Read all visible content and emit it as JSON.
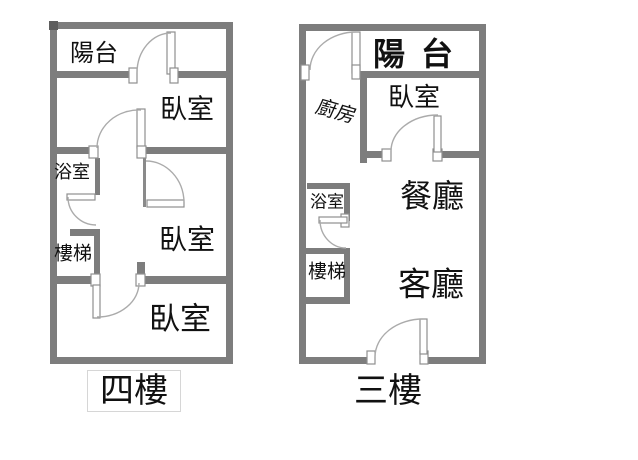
{
  "colors": {
    "wall": "#7d7d7d",
    "wall_corner": "#5e5e5e",
    "door_outline": "#8f8f8f",
    "door_arc": "#ababab",
    "text": "#111111",
    "background": "#ffffff",
    "floor_label_box_border": "#d6d6d6"
  },
  "floors": [
    {
      "name": "四樓",
      "position": "left",
      "rooms": [
        {
          "id": "balcony",
          "label": "陽台"
        },
        {
          "id": "bedroom-top",
          "label": "臥室"
        },
        {
          "id": "bathroom",
          "label": "浴室"
        },
        {
          "id": "stairs",
          "label": "樓梯"
        },
        {
          "id": "bedroom-middle",
          "label": "臥室"
        },
        {
          "id": "bedroom-bottom",
          "label": "臥室"
        }
      ]
    },
    {
      "name": "三樓",
      "position": "right",
      "rooms": [
        {
          "id": "balcony",
          "label": "陽台"
        },
        {
          "id": "kitchen",
          "label": "廚房"
        },
        {
          "id": "bedroom",
          "label": "臥室"
        },
        {
          "id": "dining-room",
          "label": "餐廳"
        },
        {
          "id": "bathroom",
          "label": "浴室"
        },
        {
          "id": "stairs",
          "label": "樓梯"
        },
        {
          "id": "living-room",
          "label": "客廳"
        }
      ]
    }
  ]
}
